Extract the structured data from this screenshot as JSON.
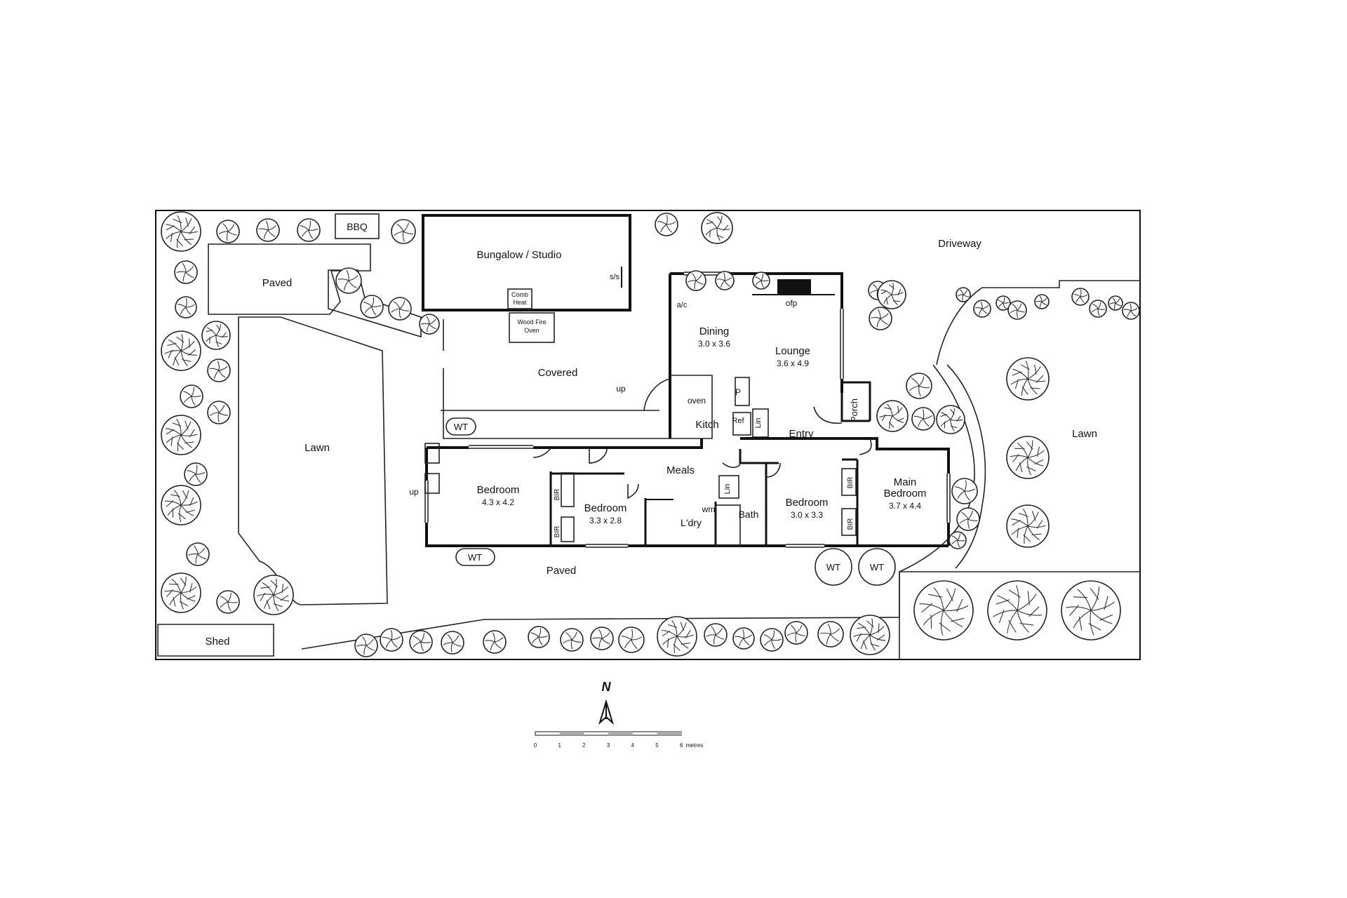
{
  "rooms": {
    "bbq": "BBQ",
    "bungalow": "Bungalow / Studio",
    "ss": "s/s",
    "comb_heat_1": "Comb",
    "comb_heat_2": "Heat",
    "wood_fire_1": "Wood Fire",
    "wood_fire_2": "Oven",
    "paved_top": "Paved",
    "driveway": "Driveway",
    "ac": "a/c",
    "ofp": "ofp",
    "dining": "Dining",
    "dining_size": "3.0 x 3.6",
    "lounge": "Lounge",
    "lounge_size": "3.6 x 4.9",
    "covered": "Covered",
    "up_covered": "up",
    "oven": "oven",
    "pantry": "P",
    "ref": "Ref",
    "lin_kitchen": "Lin",
    "kitch": "Kitch",
    "entry": "Entry",
    "porch": "Porch",
    "lawn_left": "Lawn",
    "lawn_right": "Lawn",
    "wt_top": "WT",
    "meals": "Meals",
    "lin_hall": "Lin",
    "wm": "wm",
    "ldry": "L'dry",
    "bath": "Bath",
    "bedroom_1": "Bedroom",
    "bedroom_1_size": "4.3 x 4.2",
    "bir_1": "BIR",
    "bir_2": "BIR",
    "bedroom_2": "Bedroom",
    "bedroom_2_size": "3.3 x 2.8",
    "bedroom_3": "Bedroom",
    "bedroom_3_size": "3.0 x 3.3",
    "bir_3": "BIR",
    "bir_4": "BIR",
    "main_bedroom_1": "Main",
    "main_bedroom_2": "Bedroom",
    "main_bedroom_size": "3.7 x 4.4",
    "up_left": "up",
    "wt_bottom_left": "WT",
    "paved_bottom": "Paved",
    "wt_round_1": "WT",
    "wt_round_2": "WT",
    "shed": "Shed"
  },
  "north_arrow": {
    "label": "N"
  },
  "scale_bar": {
    "ticks": [
      "0",
      "1",
      "2",
      "3",
      "4",
      "5",
      "6"
    ],
    "unit": "metres"
  }
}
